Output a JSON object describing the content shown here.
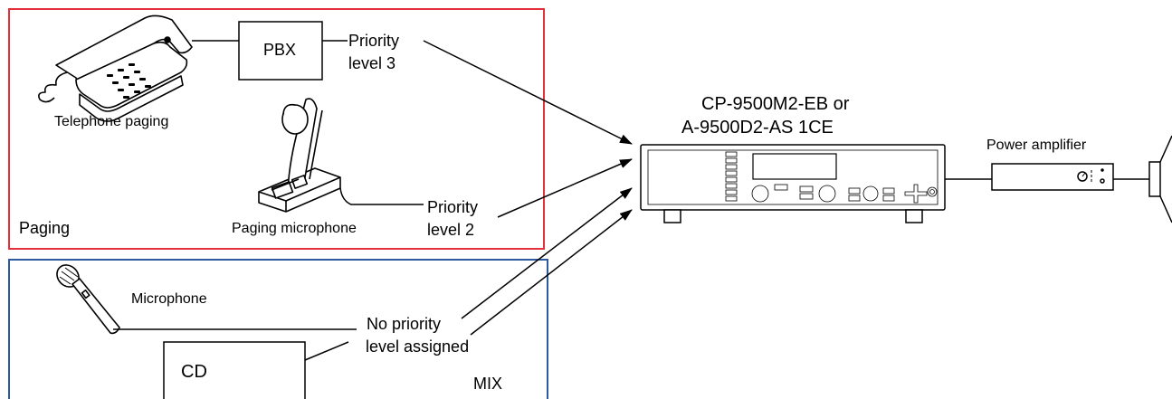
{
  "paging_group": {
    "label": "Paging",
    "border_color": "#e4303a"
  },
  "mix_group": {
    "label": "MIX",
    "border_color": "#2c5aa0"
  },
  "telephone": {
    "label": "Telephone paging"
  },
  "pbx": {
    "label": "PBX"
  },
  "priority3": {
    "line1": "Priority",
    "line2": "level 3"
  },
  "paging_mic": {
    "label": "Paging microphone"
  },
  "priority2": {
    "line1": "Priority",
    "line2": "level 2"
  },
  "microphone": {
    "label": "Microphone"
  },
  "cd": {
    "label": "CD"
  },
  "no_priority": {
    "line1": "No priority",
    "line2": "level assigned"
  },
  "mixer": {
    "line1": "CP-9500M2-EB or",
    "line2": "A-9500D2-AS 1CE"
  },
  "amplifier": {
    "label": "Power amplifier"
  }
}
